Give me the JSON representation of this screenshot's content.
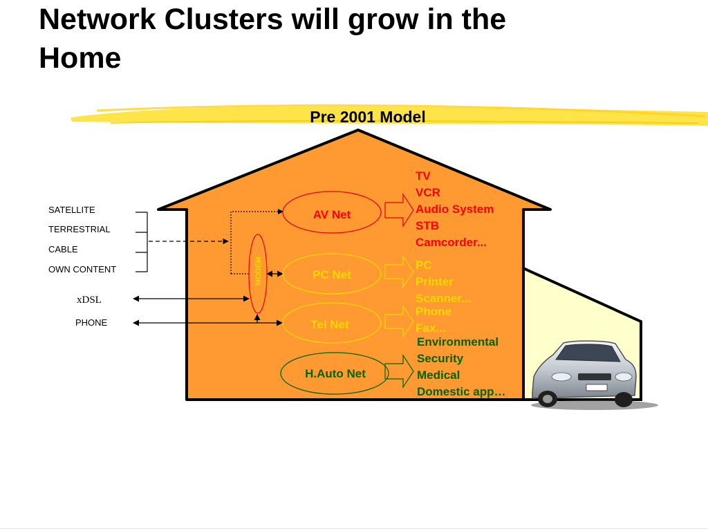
{
  "slide": {
    "title_line1": "Network Clusters will grow in the",
    "title_line2": "Home",
    "subtitle": "Pre 2001 Model"
  },
  "inputs": {
    "broadcast_sources": [
      "SATELLITE",
      "TERRESTRIAL",
      "CABLE",
      "OWN CONTENT"
    ],
    "xdsl": "xDSL",
    "phone": "PHONE"
  },
  "modem": {
    "label": "MODEM"
  },
  "networks": [
    {
      "label": "AV Net",
      "color": "#ff0000",
      "devices": [
        "TV",
        "VCR",
        "Audio System",
        "STB",
        "Camcorder..."
      ]
    },
    {
      "label": "PC Net",
      "color": "#ffd700",
      "devices": [
        "PC",
        "Printer",
        "Scanner..."
      ]
    },
    {
      "label": "Tel Net",
      "color": "#ffd700",
      "devices": [
        "Phone",
        "Fax..."
      ]
    },
    {
      "label": "H.Auto Net",
      "color": "#006400",
      "devices": [
        "Environmental",
        "Security",
        "Medical",
        "Domestic app…"
      ]
    }
  ],
  "colors": {
    "house_fill": "#ff9a33",
    "garage_fill": "#ffffcc",
    "highlight": "#ffe135"
  },
  "icons": {
    "car": "car-icon"
  }
}
